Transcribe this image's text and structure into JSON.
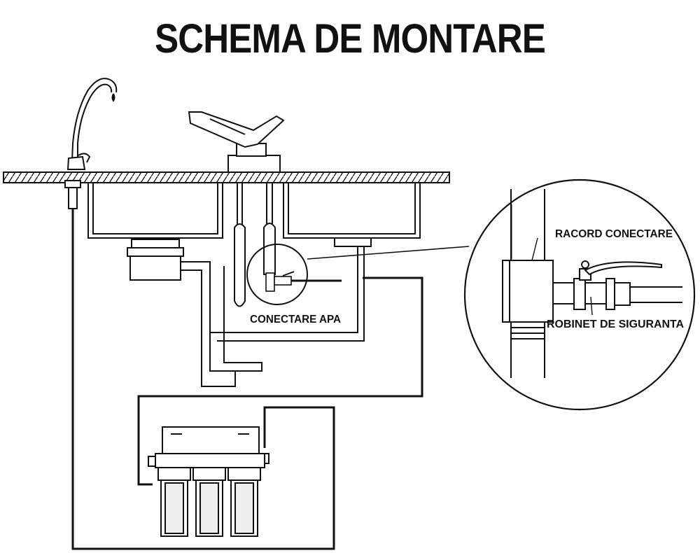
{
  "title": "SCHEMA DE MONTARE",
  "labels": {
    "water_connection": "CONECTARE APA",
    "connection_fitting": "RACORD CONECTARE",
    "safety_valve": "ROBINET DE SIGURANTA"
  },
  "colors": {
    "line": "#111111",
    "background": "#ffffff",
    "fill_gray": "#e8e8e8"
  }
}
